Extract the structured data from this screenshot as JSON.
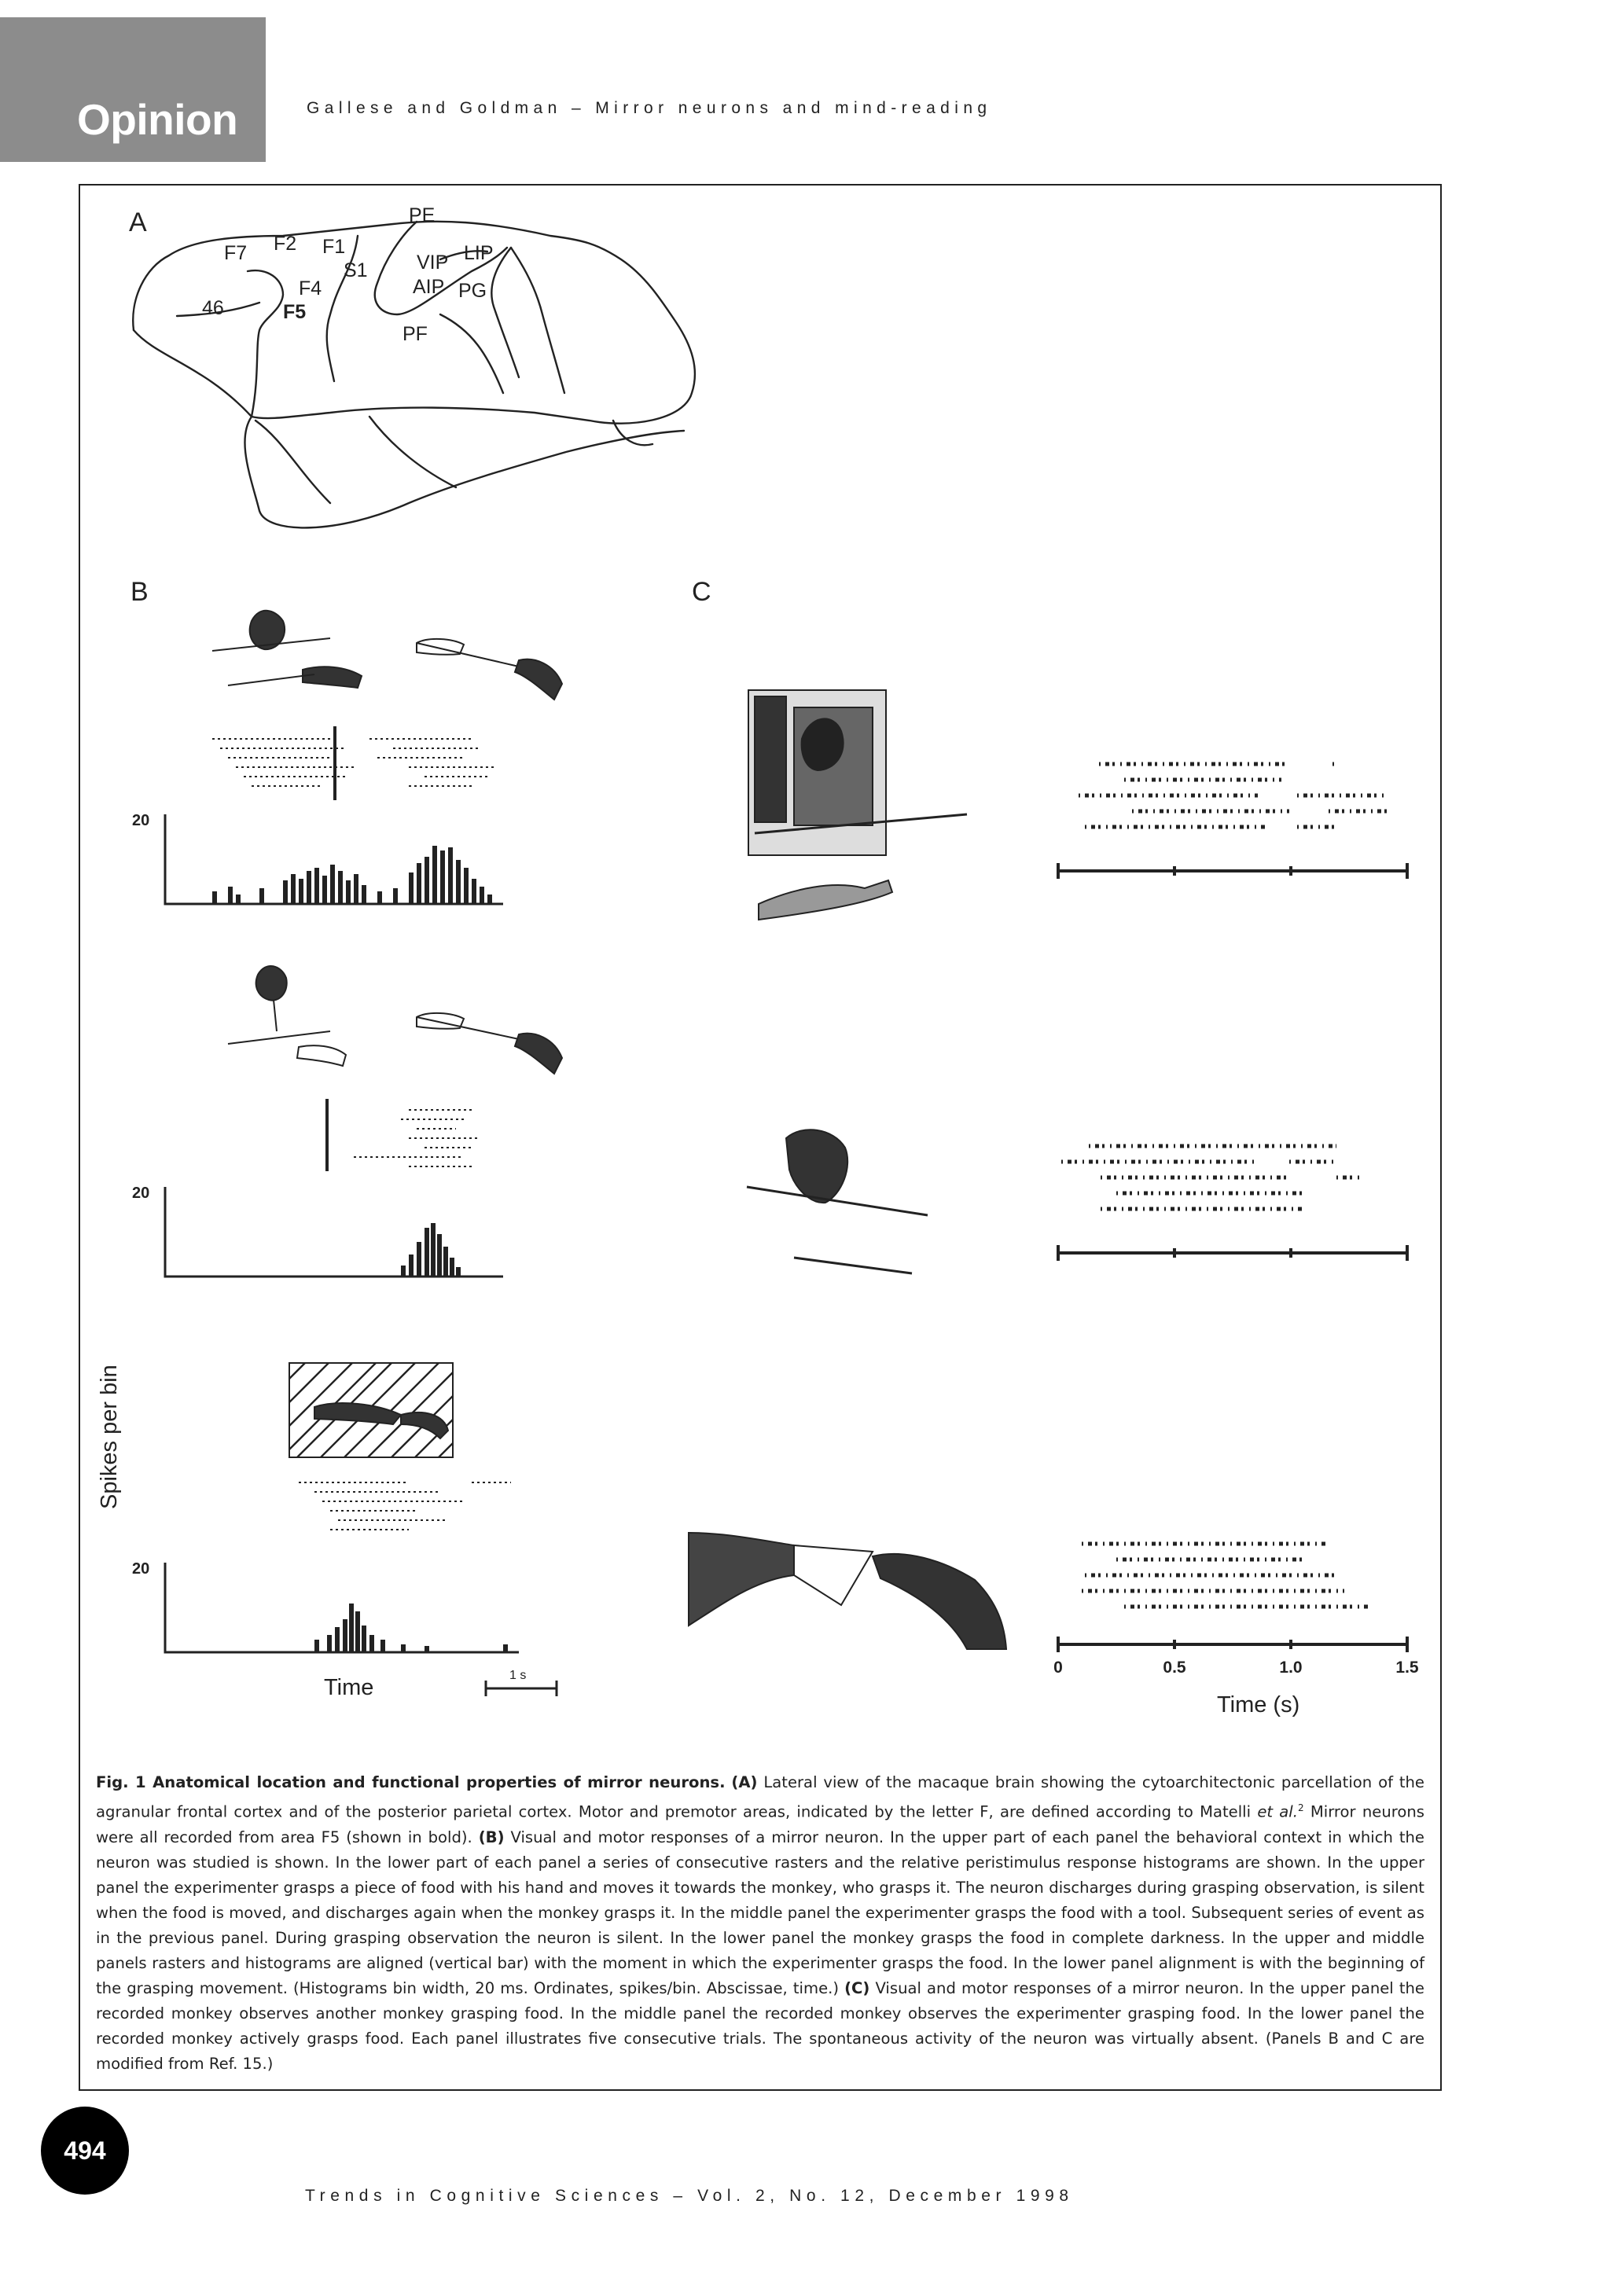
{
  "header": {
    "section": "Opinion",
    "running_head": "Gallese and Goldman – Mirror neurons and mind-reading"
  },
  "figure": {
    "panels": {
      "a": "A",
      "b": "B",
      "c": "C"
    },
    "brain_labels": [
      "F7",
      "F2",
      "F1",
      "PE",
      "LIP",
      "VIP",
      "S1",
      "F4",
      "AIP",
      "PG",
      "46",
      "F5",
      "PF"
    ],
    "histogram_max": "20",
    "ylabel": "Spikes per bin",
    "time_label": "Time",
    "scalebar_label": "1 s",
    "c_ticks": [
      "0",
      "0.5",
      "1.0",
      "1.5"
    ],
    "c_xlabel": "Time (s)"
  },
  "caption": {
    "title": "Fig. 1 Anatomical location and functional properties of mirror neurons.",
    "a_tag": "(A)",
    "text_1": " Lateral view of the macaque brain showing the cytoarchitectonic parcellation of the agranular frontal cortex and of the posterior parietal cortex. Motor and premotor areas, indicated by the letter F, are defined according to Matelli ",
    "et_al": "et al.",
    "ref": "2",
    "text_2": " Mirror neurons were all recorded from area F5 (shown in bold). ",
    "b_tag": "(B)",
    "text_3": " Visual and motor responses of a mirror neuron. In the upper part of each panel the behavioral context in which the neuron was studied is shown. In the lower part of each panel a series of consecutive rasters and the relative peristimulus response histograms are shown. In the upper panel the experimenter grasps a piece of food with his hand and moves it towards the monkey, who grasps it. The neuron discharges during grasping observation, is silent when the food is moved, and discharges again when the monkey grasps it. In the middle panel the experimenter grasps the food with a tool. Subsequent series of event as in the previous panel. During grasping observation the neuron is silent. In the lower panel the monkey grasps the food in complete darkness. In the upper and middle panels rasters and histograms are aligned (vertical bar) with the moment in which the experimenter grasps the food. In the lower panel alignment is with the beginning of the grasping movement. (Histograms bin width, 20 ms. Ordinates, spikes/bin. Abscissae, time.) ",
    "c_tag": "(C)",
    "text_4": " Visual and motor responses of a mirror neuron. In the upper panel the recorded monkey observes another monkey grasping food. In the middle panel the recorded monkey observes the experimenter grasping food. In the lower panel the recorded monkey actively grasps food. Each panel illustrates five consecutive trials. The spontaneous activity of the neuron was virtually absent. (Panels B and C are modified from Ref. 15.)"
  },
  "footer": {
    "page_number": "494",
    "journal": "Trends in Cognitive Sciences – Vol. 2, No. 12,  December 1998"
  }
}
